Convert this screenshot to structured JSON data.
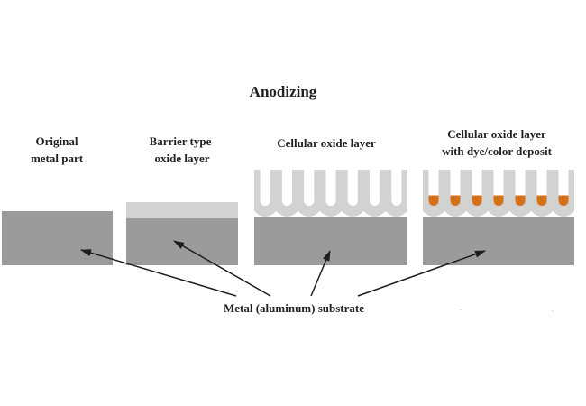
{
  "diagram": {
    "title": "Anodizing",
    "stages": [
      {
        "lines": [
          "Original",
          "metal part"
        ]
      },
      {
        "lines": [
          "Barrier type",
          "oxide layer"
        ]
      },
      {
        "lines": [
          "Cellular oxide layer"
        ]
      },
      {
        "lines": [
          "Cellular oxide layer",
          "with dye/color deposit"
        ]
      }
    ],
    "substrate_label": "Metal (aluminum) substrate"
  },
  "colors": {
    "metal": "#9b9b9b",
    "oxide": "#d2d2d2",
    "dye": "#d4721a",
    "pore": "#ffffff",
    "arrow": "#1e1e1e",
    "text": "#222222"
  }
}
